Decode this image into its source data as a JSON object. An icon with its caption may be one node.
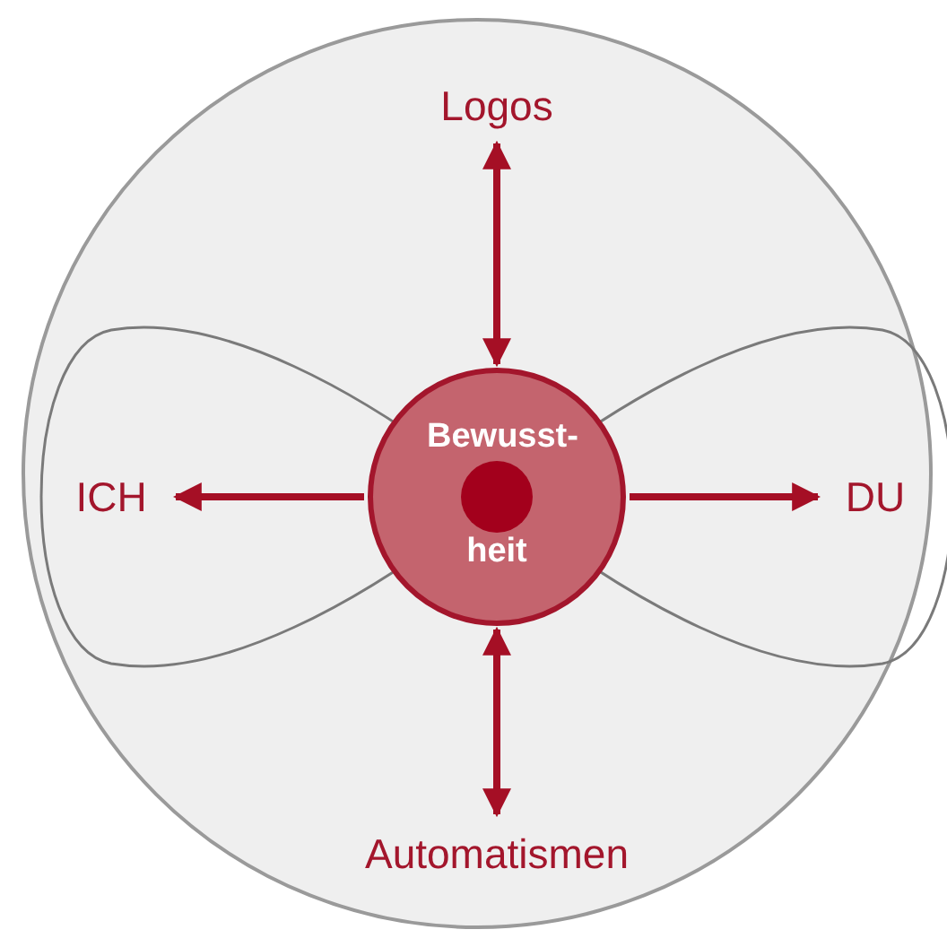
{
  "diagram": {
    "nodes": [
      {
        "text": [],
        "shape": "circle"
      },
      {
        "text": [
          "Logos"
        ],
        "in": 0
      },
      {
        "text": [
          "ICH"
        ],
        "in": 0
      },
      {
        "text": [
          "Bewusst- heit"
        ],
        "in": 0
      },
      {
        "text": [
          "DU"
        ],
        "in": 0
      },
      {
        "text": [
          "Automatismen"
        ],
        "in": 0
      }
    ],
    "edges": [
      {
        "from": 3,
        "to": 1,
        "arrow": "both"
      },
      {
        "from": 3,
        "to": 2,
        "arrow": "to"
      },
      {
        "from": 3,
        "to": 4,
        "arrow": "to"
      },
      {
        "from": 3,
        "to": 5,
        "arrow": "both"
      }
    ]
  }
}
